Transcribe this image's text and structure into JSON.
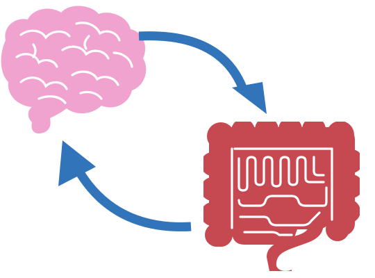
{
  "diagram": {
    "nodes": [
      {
        "id": "brain",
        "icon": "brain-icon"
      },
      {
        "id": "gut",
        "icon": "intestines-icon"
      }
    ],
    "edges": [
      {
        "from": "brain",
        "to": "gut",
        "icon": "arrow-brain-to-gut"
      },
      {
        "from": "gut",
        "to": "brain",
        "icon": "arrow-gut-to-brain"
      }
    ]
  },
  "colors": {
    "brain": "#f0a3cf",
    "brain_lines": "#ffffff",
    "gut": "#c64851",
    "gut_lines": "#ffffff",
    "arrow": "#3274ba",
    "background": "#ffffff"
  }
}
